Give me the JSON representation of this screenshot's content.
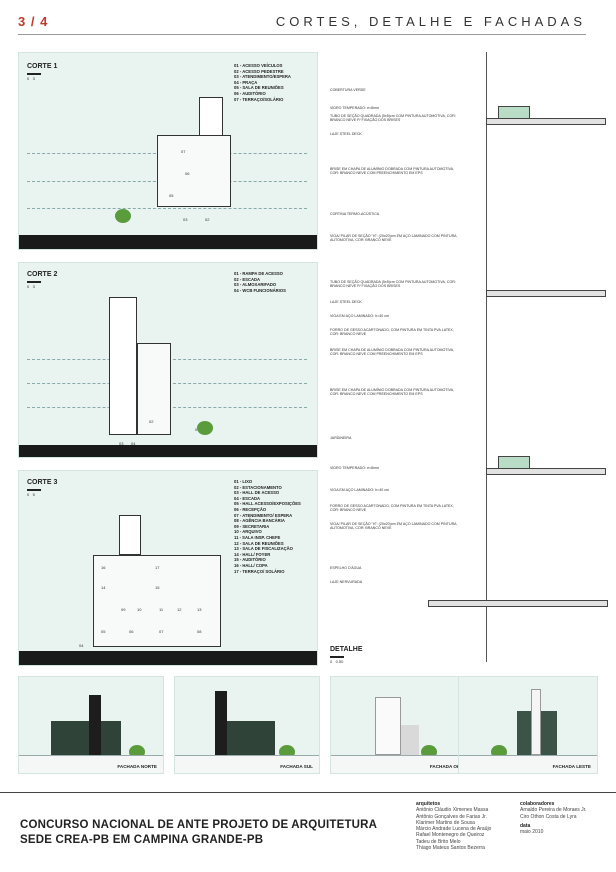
{
  "header": {
    "page_number": "3 / 4",
    "title": "CORTES, DETALHE E FACHADAS"
  },
  "corte1": {
    "title": "CORTE 1",
    "scale": [
      "0",
      "3"
    ],
    "legend": [
      "01 - ACESSO VEÍCULOS",
      "02 - ACESSO PEDESTRE",
      "03 - ATENDIMENTO/ESPERA",
      "04 - PRAÇA",
      "05 - SALA DE REUNIÕES",
      "06 - AUDITÓRIO",
      "07 - TERRAÇO/SOLÁRIO"
    ],
    "rooms": [
      "07",
      "06",
      "05",
      "04",
      "03",
      "02",
      "01"
    ]
  },
  "corte2": {
    "title": "CORTE 2",
    "scale": [
      "0",
      "3"
    ],
    "legend": [
      "01 - RAMPA DE ACESSO",
      "02 - ESCADA",
      "03 - ALMOXARIFADO",
      "04 - WCB FUNCIONÁRIOS"
    ],
    "rooms": [
      "01",
      "02",
      "03",
      "04"
    ]
  },
  "corte3": {
    "title": "CORTE 3",
    "scale": [
      "0",
      "5"
    ],
    "legend": [
      "01 - LIXO",
      "02 - ESTACIONAMENTO",
      "03 - HALL DE ACESSO",
      "04 - ESCADA",
      "05 - HALL ACESSO/EXPOSIÇÕES",
      "06 - RECEPÇÃO",
      "07 - ATENDIMENTO/ ESPERA",
      "08 - AGÊNCIA BANCÁRIA",
      "09 - SECRETARIA",
      "10 - ARQUIVO",
      "11 - SALA INSP. CHEFE",
      "12 - SALA DE REUNIÕES",
      "13 - SALA DE FISCALIZAÇÃO",
      "14 - HALL/ FOYER",
      "15 - AUDITÓRIO",
      "16 - HALL/ COPA",
      "17 - TERRAÇO/ SOLÁRIO"
    ],
    "rooms": [
      "16",
      "17",
      "14",
      "15",
      "09",
      "10",
      "11",
      "12",
      "13",
      "05",
      "06",
      "07",
      "08",
      "04",
      "03",
      "02",
      "01"
    ]
  },
  "detalhe": {
    "title": "DETALHE",
    "scale": [
      "0",
      "0.50"
    ],
    "notes": [
      "COBERTURA VERDE",
      "VIDRO TEMPERADO: e=8mm",
      "TUBO DE SEÇÃO QUADRADA (5x5)cm COM PINTURA AUTOMOTIVA, COR: BRANCO NEVE P/ FIXAÇÃO DOS BRISES",
      "LAJE STEEL DECK",
      "BRISE EM CHAPA DE ALUMÍNIO DOBRADA COM PINTURA AUTOMOTIVA, COR: BRANCO NEVE COM PREENCHIMENTO EM EPS",
      "CORTINA TERMO-ACÚSTICA",
      "VIGA/ PILAR DE SEÇÃO \"H\": (20x20)cm EM AÇO LAMINADO COM PINTURA AUTOMOTIVA, COR: BRANCO NEVE",
      "TUBO DE SEÇÃO QUADRADA (5x5)cm COM PINTURA AUTOMOTIVA, COR: BRANCO NEVE P/ FIXAÇÃO DOS BRISES",
      "LAJE STEEL DECK",
      "VIGA EM AÇO LAMINADO: h=40 cm",
      "FORRO DE GESSO ACARTONADO, COM PINTURA EM TINTA PVA LATEX, COR: BRANCO NEVE",
      "BRISE EM CHAPA DE ALUMÍNIO DOBRADA COM PINTURA AUTOMOTIVA, COR: BRANCO NEVE COM PREENCHIMENTO EM EPS",
      "BRISE EM CHAPA DE ALUMÍNIO DOBRADA COM PINTURA AUTOMOTIVA, COR: BRANCO NEVE COM PREENCHIMENTO EM EPS",
      "JARDINEIRA",
      "VIDRO TEMPERADO: e=8mm",
      "VIGA EM AÇO LAMINADO: h=40 cm",
      "FORRO DE GESSO ACARTONADO, COM PINTURA EM TINTA PVA LATEX, COR: BRANCO NEVE",
      "VIGA/ PILAR DE SEÇÃO \"H\": (20x20)cm EM AÇO LAMINADO COM PINTURA AUTOMOTIVA, COR: BRANCO NEVE",
      "ESPELHO D'ÁGUA",
      "LAJE NERVURADA"
    ]
  },
  "fachadas": [
    "FACHADA NORTE",
    "FACHADA SUL",
    "FACHADA OESTE",
    "FACHADA LESTE"
  ],
  "footer": {
    "competition_line1": "CONCURSO NACIONAL DE ANTE PROJETO DE ARQUITETURA",
    "competition_line2": "SEDE CREA-PB EM CAMPINA GRANDE-PB",
    "architects_heading": "arquitetos",
    "architects": [
      "Antônio Cláudio Ximenes Massa",
      "Antônio Gonçalves de Farias Jr.",
      "Klarimer Martins de Sousa",
      "Márcio Andrade Lucena de Araújo",
      "Rafael Montenegro de Queiroz",
      "Tadeu de Brito Melo",
      "Thiago Mateus Santos Bezerra"
    ],
    "collaborators_heading": "colaboradores",
    "collaborators": [
      "Arnaldo Pereira de Moraes Jr.",
      "Ciro Othon Costa de Lyra"
    ],
    "date_heading": "data",
    "date": "maio 2010"
  },
  "colors": {
    "accent": "#c0392b",
    "panel": "#e9f3ef",
    "foliage": "#5a9b3c",
    "dark_facade": "#2f4338"
  }
}
